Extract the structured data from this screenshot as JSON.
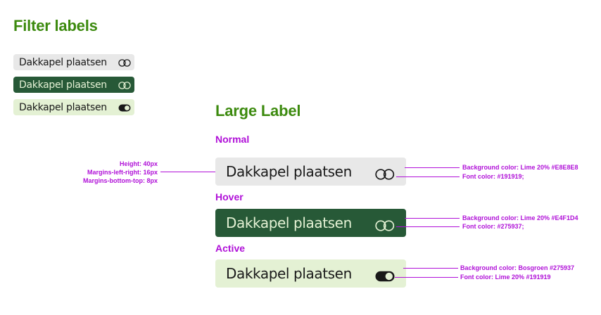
{
  "filter_labels": {
    "title": "Filter labels",
    "chips": [
      {
        "state": "normal",
        "label": "Dakkapel plaatsen",
        "toggle": "toggle-off-icon"
      },
      {
        "state": "hover",
        "label": "Dakkapel plaatsen",
        "toggle": "toggle-off-icon"
      },
      {
        "state": "active",
        "label": "Dakkapel plaatsen",
        "toggle": "toggle-on-icon"
      }
    ]
  },
  "large_label": {
    "title": "Large Label",
    "states": [
      {
        "name": "Normal",
        "label": "Dakkapel plaatsen",
        "toggle": "toggle-off-icon",
        "annotations": [
          "Background color: Lime 20%  #E8E8E8",
          "Font color: #191919;"
        ]
      },
      {
        "name": "Hover",
        "label": "Dakkapel plaatsen",
        "toggle": "toggle-off-icon",
        "annotations": [
          "Background color: Lime 20%  #E4F1D4",
          "Font color: #275937;"
        ]
      },
      {
        "name": "Active",
        "label": "Dakkapel plaatsen",
        "toggle": "toggle-on-icon",
        "annotations": [
          "Background color: Bosgroen #275937",
          "Font color: Lime 20%  #191919"
        ]
      }
    ],
    "spec": [
      "Height: 40px",
      "Margins-left-right: 16px",
      "Margins-bottom-top: 8px"
    ]
  },
  "colors": {
    "heading": "#3c8a0e",
    "annotation": "#b010d8",
    "normal_bg": "#E8E8E8",
    "hover_bg": "#275937",
    "active_bg": "#E4F1D4",
    "font_dark": "#191919"
  }
}
